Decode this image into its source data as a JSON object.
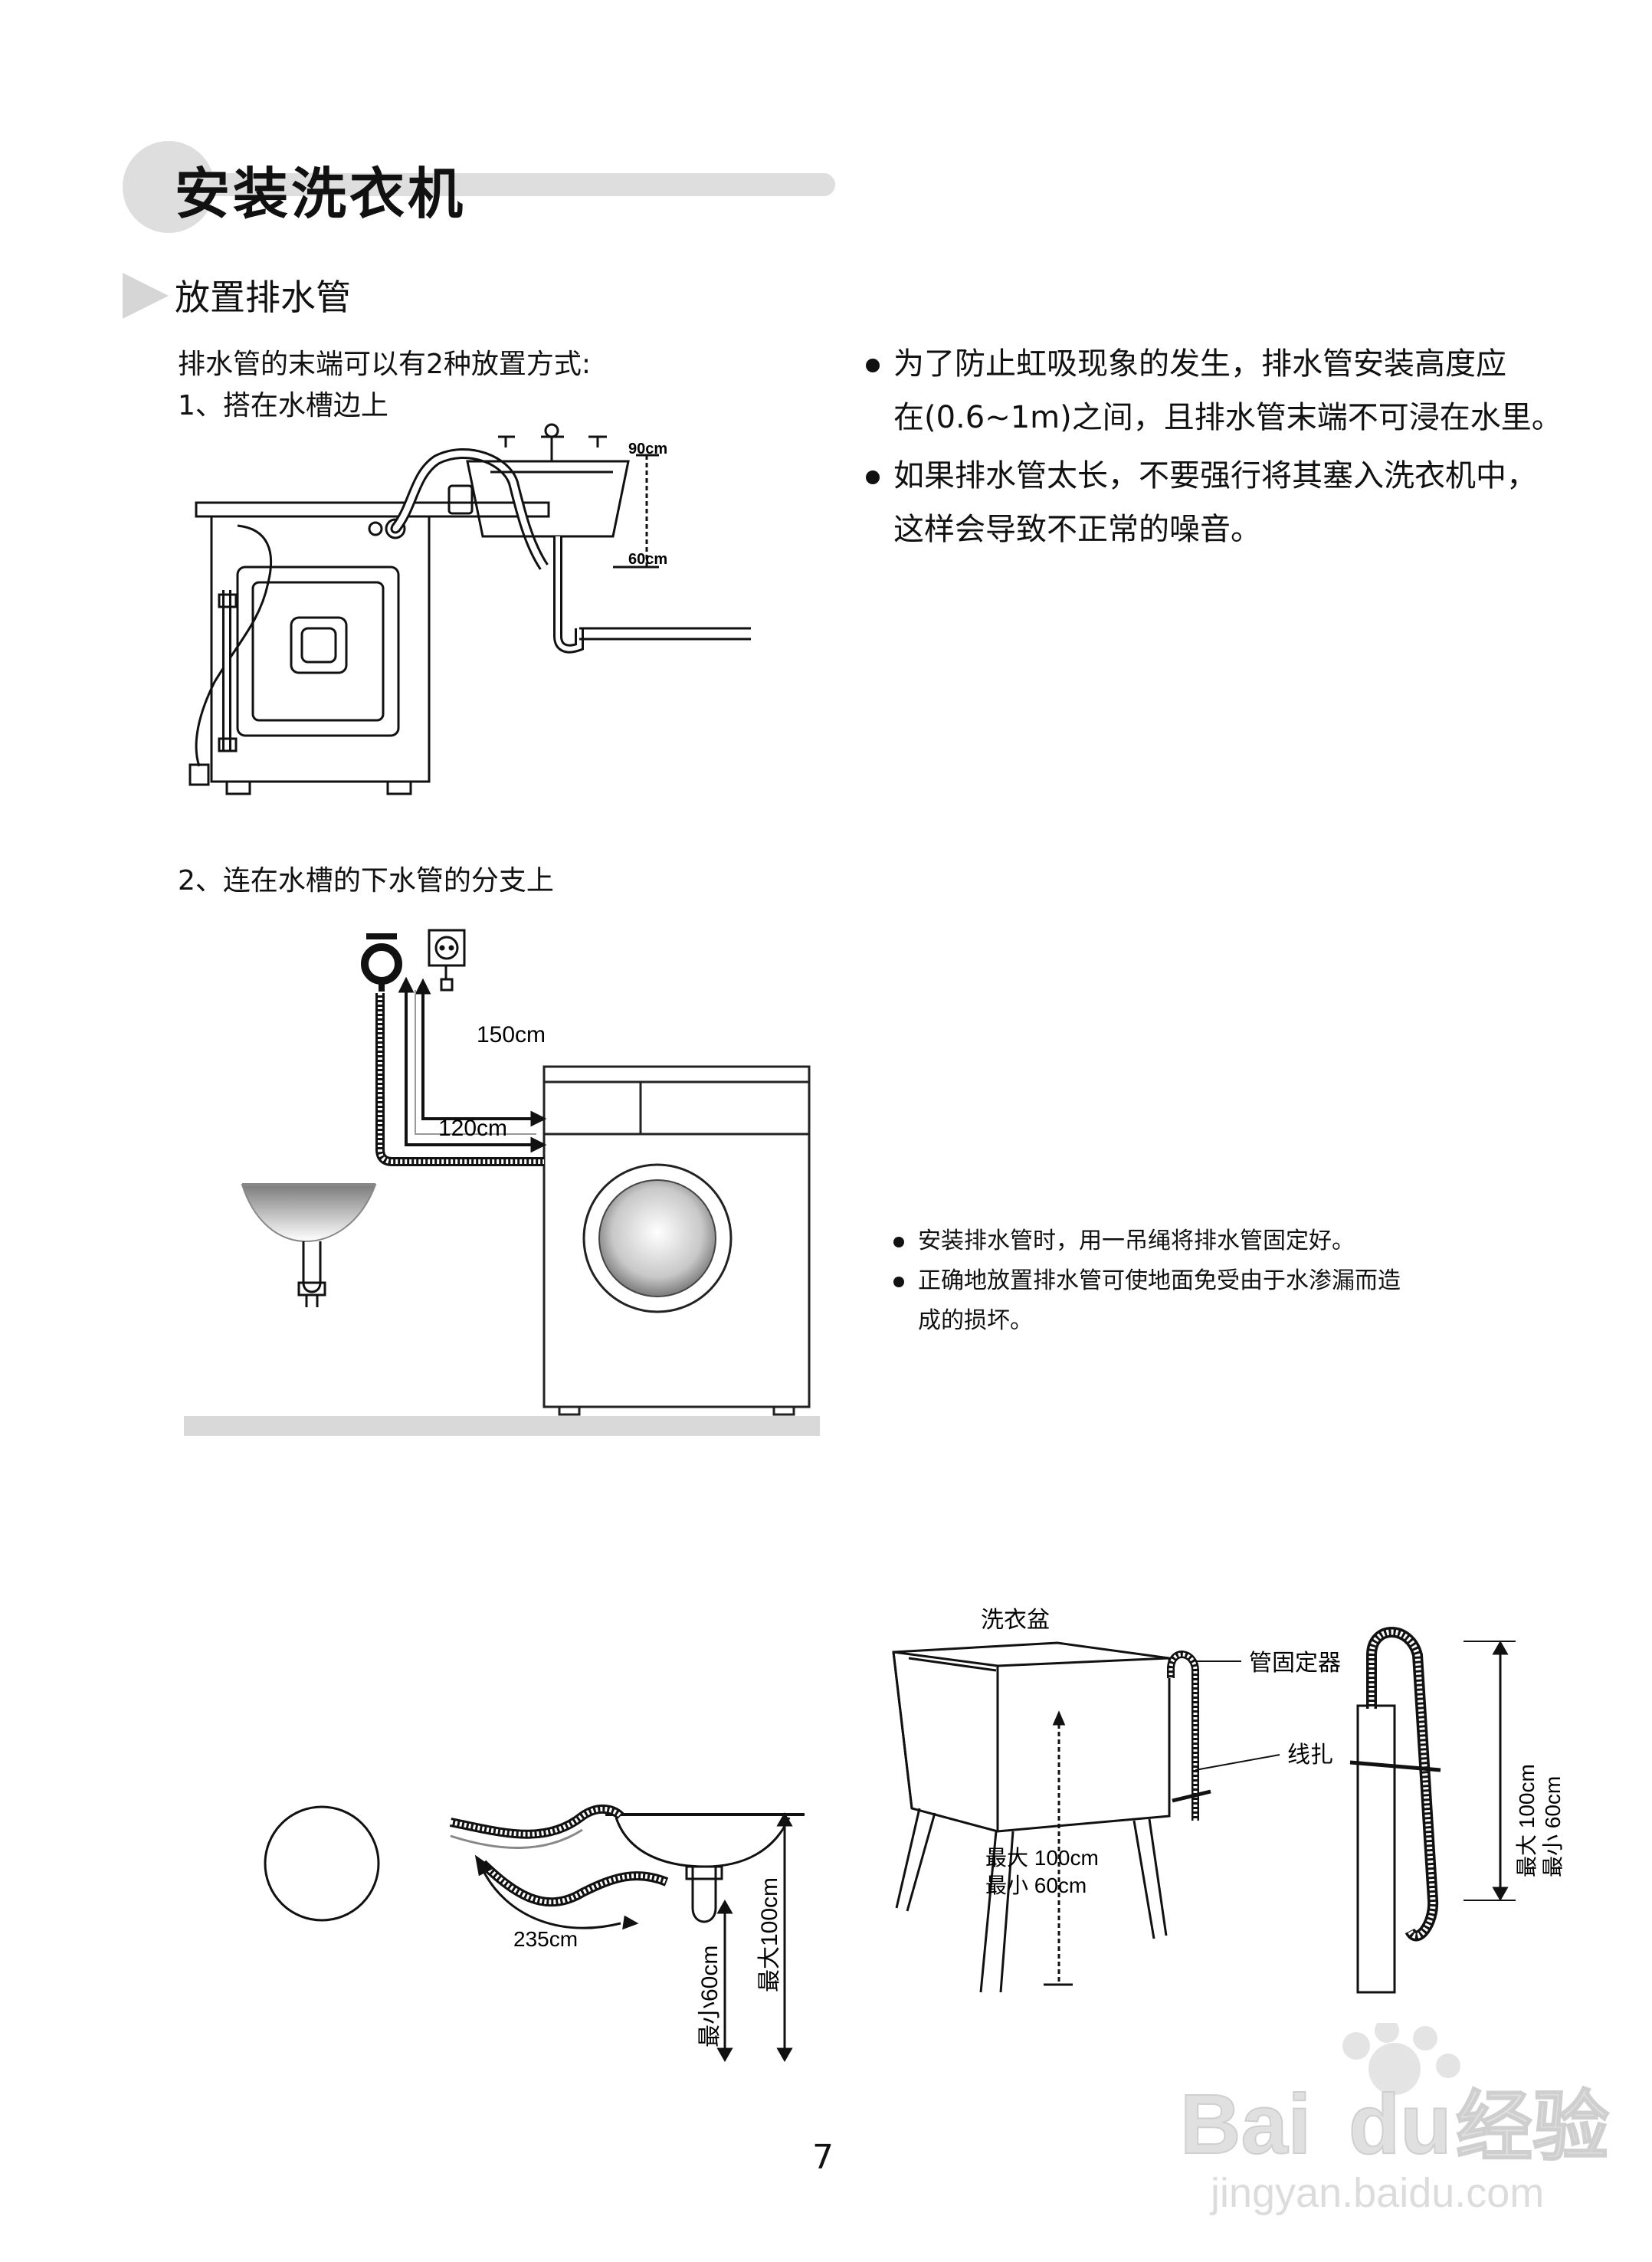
{
  "page": {
    "title": "安装洗衣机",
    "subtitle": "放置排水管",
    "intro": "排水管的末端可以有2种放置方式:",
    "method1": "1、搭在水槽边上",
    "method2": "2、连在水槽的下水管的分支上",
    "page_number": "7"
  },
  "notes_top": [
    "为了防止虹吸现象的发生，排水管安装高度应",
    "在(0.6~1m)之间，且排水管末端不可浸在水里。",
    "如果排水管太长，不要强行将其塞入洗衣机中，",
    "这样会导致不正常的噪音。"
  ],
  "notes_mid": [
    "安装排水管时，用一吊绳将排水管固定好。",
    "正确地放置排水管可使地面免受由于水渗漏而造",
    "成的损坏。"
  ],
  "diagram1": {
    "label_90": "90cm",
    "label_60": "60cm"
  },
  "diagram2": {
    "label_150": "150cm",
    "label_120": "120cm"
  },
  "diagram3": {
    "label_235": "235cm",
    "label_min": "最小60cm",
    "label_max": "最大100cm"
  },
  "diagram4": {
    "label_tub": "洗衣盆",
    "label_fixer": "管固定器",
    "label_tie": "线扎",
    "label_max": "最大 100cm",
    "label_min": "最小 60cm",
    "label_right_max": "最大 100cm",
    "label_right_min": "最小 60cm"
  },
  "watermark": {
    "brand": "Bai",
    "brand2": "du",
    "brand_cn": "经验",
    "url": "jingyan.baidu.com"
  }
}
